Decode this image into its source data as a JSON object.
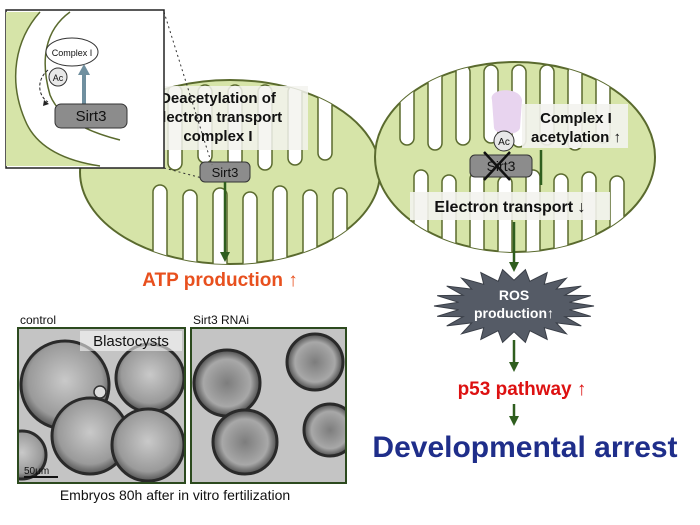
{
  "left_mito": {
    "inset": {
      "complex_label": "Complex I",
      "ac_label": "Ac",
      "sirt3_label": "Sirt3"
    },
    "deacetylation_line1": "Deacetylation of",
    "deacetylation_line2": "electron transport",
    "deacetylation_line3": "complex I",
    "sirt3_label": "Sirt3"
  },
  "atp_label": "ATP production ↑",
  "right_mito": {
    "ac_label": "Ac",
    "sirt3_label": "Sirt3",
    "acetylation_line1": "Complex I",
    "acetylation_line2": "acetylation ↑",
    "electron_transport_label": "Electron transport ↓"
  },
  "ros_line1": "ROS",
  "ros_line2": "production↑",
  "p53_label": "p53 pathway ↑",
  "arrest_label": "Developmental arrest",
  "micrographs": {
    "control_label": "control",
    "rnai_label": "Sirt3 RNAi",
    "blastocysts_label": "Blastocysts",
    "scale_label": "50μm",
    "caption": "Embryos 80h after in vitro fertilization"
  },
  "colors": {
    "mito_fill": "#d6e4a8",
    "mito_stroke": "#5a6a2e",
    "arrow": "#2f5e1e",
    "orange": "#e8501e",
    "red": "#dd1111",
    "navy": "#1f2e8a",
    "sirt3_box": "#8c8c8c",
    "ros_fill": "#555b66"
  }
}
